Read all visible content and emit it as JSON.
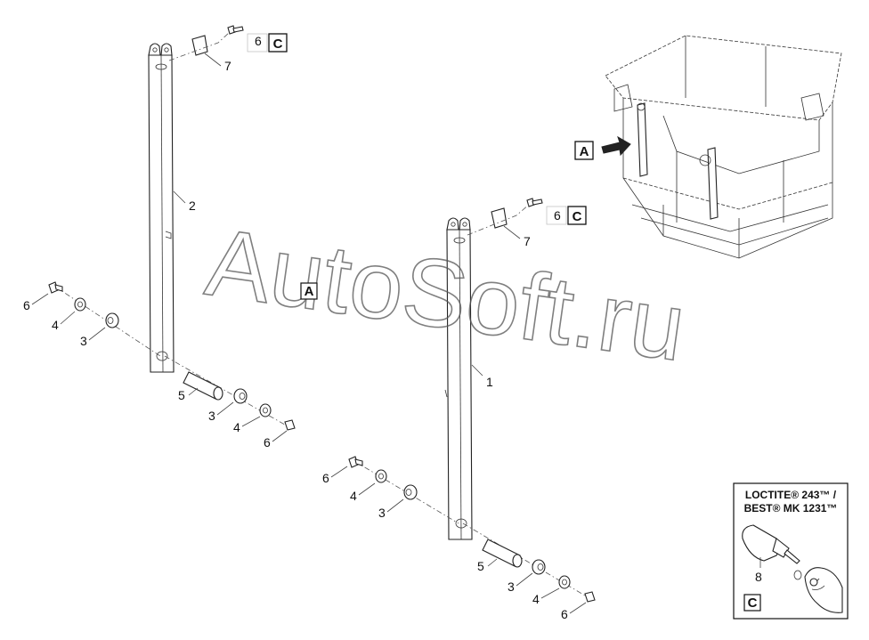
{
  "callouts": {
    "c6_top1": "6",
    "c7_top1": "7",
    "c2": "2",
    "c6_top2": "6",
    "c7_top2": "7",
    "c1": "1",
    "c6_l1": "6",
    "c4_l1": "4",
    "c3_l1": "3",
    "c5_l1": "5",
    "c3_l1b": "3",
    "c4_l1b": "4",
    "c6_l1b": "6",
    "c6_l2": "6",
    "c4_l2": "4",
    "c3_l2": "3",
    "c5_l2": "5",
    "c3_l2b": "3",
    "c4_l2b": "4",
    "c6_l2b": "6",
    "c8": "8"
  },
  "boxes": {
    "c_top1": "C",
    "c_top2": "C",
    "a_inset": "A",
    "a_center": "A",
    "c_note": "C"
  },
  "note": {
    "line1": "LOCTITE® 243™ /",
    "line2": "BEST® MK 1231™"
  },
  "watermark": "AutoSoft.ru"
}
